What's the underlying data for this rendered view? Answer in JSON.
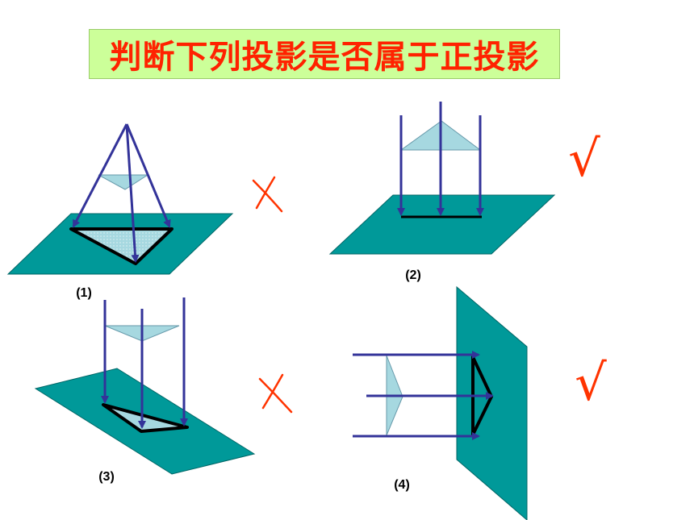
{
  "title": "判断下列投影是否属于正投影",
  "colors": {
    "title_text": "#ff2200",
    "title_background": "#ccff99",
    "plane": "#009999",
    "arrow": "#333399",
    "shape_fill": "#a6d8e0",
    "mark": "#ff3300"
  },
  "figures": [
    {
      "label": "(1)",
      "verdict": "wrong",
      "mark_text": ""
    },
    {
      "label": "(2)",
      "verdict": "right",
      "mark_text": "√"
    },
    {
      "label": "(3)",
      "verdict": "wrong",
      "mark_text": ""
    },
    {
      "label": "(4)",
      "verdict": "right",
      "mark_text": "√"
    }
  ]
}
